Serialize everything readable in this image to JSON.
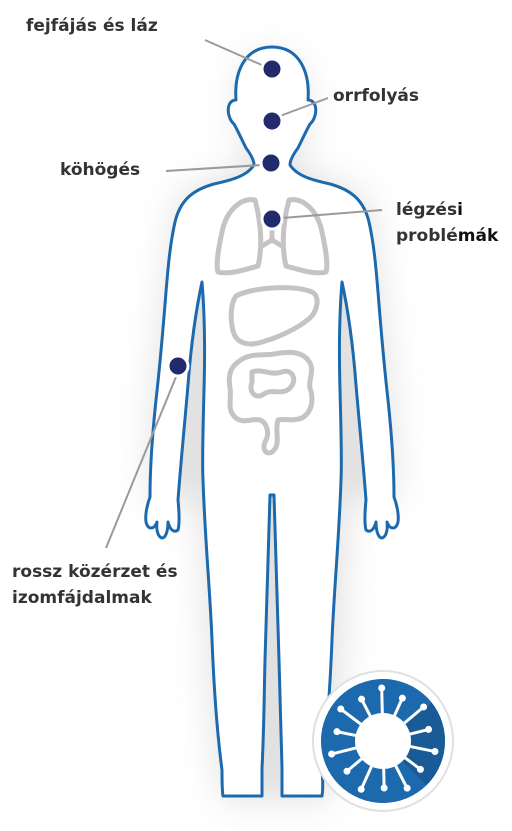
{
  "labels": {
    "headache": "fejfájás és láz",
    "runny_nose": "orrfolyás",
    "cough": "köhögés",
    "breathing_1a": "légzés",
    "breathing_1b": "i",
    "breathing_2a": "problé",
    "breathing_2b": "mák",
    "malaise_1": "rossz közérzet és",
    "malaise_2": "izomfájdalmak"
  },
  "colors": {
    "body_outline": "#1c6aad",
    "marker": "#222a6e",
    "marker_ring": "#ffffff",
    "leader_line": "#9a9a9a",
    "organ": "#c4c4c4",
    "text": "#333333",
    "virus_bg": "#1c6aad"
  },
  "icons": [
    "virus-icon",
    "lungs-icon",
    "liver-icon",
    "intestine-icon"
  ]
}
